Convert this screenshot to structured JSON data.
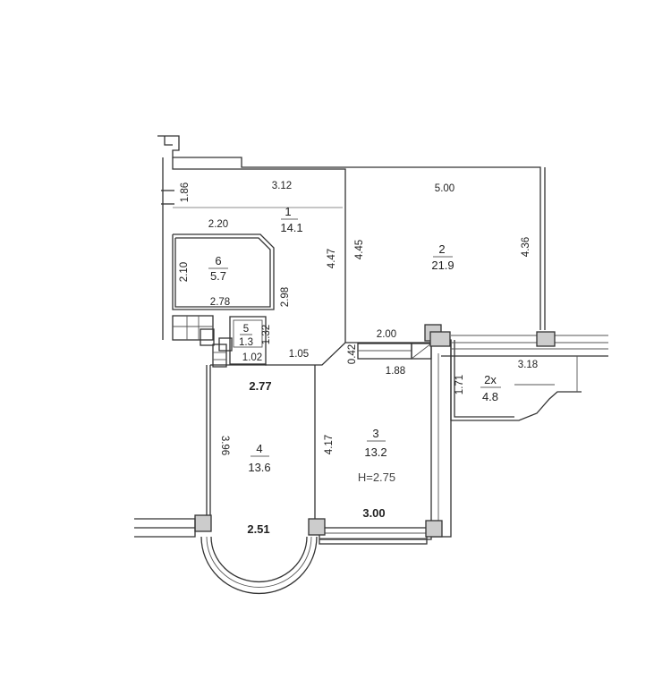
{
  "rooms": [
    {
      "num": "1",
      "area": "14.1"
    },
    {
      "num": "2",
      "area": "21.9"
    },
    {
      "num": "3",
      "area": "13.2"
    },
    {
      "num": "4",
      "area": "13.6"
    },
    {
      "num": "5",
      "area": "1.3"
    },
    {
      "num": "6",
      "area": "5.7"
    },
    {
      "num": "2х",
      "area": "4.8"
    }
  ],
  "dimensions": {
    "d_1_86": "1.86",
    "d_3_12": "3.12",
    "d_5_00": "5.00",
    "d_2_20": "2.20",
    "d_4_47": "4.47",
    "d_4_45": "4.45",
    "d_4_36": "4.36",
    "d_2_10": "2.10",
    "d_2_78": "2.78",
    "d_2_98": "2.98",
    "d_1_32": "1.32",
    "d_1_02": "1.02",
    "d_1_05": "1.05",
    "d_2_00": "2.00",
    "d_0_42": "0.42",
    "d_1_88": "1.88",
    "d_1_71": "1.71",
    "d_3_18": "3.18",
    "d_2_77": "2.77",
    "d_3_96": "3.96",
    "d_4_17": "4.17",
    "d_2_51": "2.51",
    "d_3_00": "3.00"
  },
  "ceiling_height": "H=2.75"
}
